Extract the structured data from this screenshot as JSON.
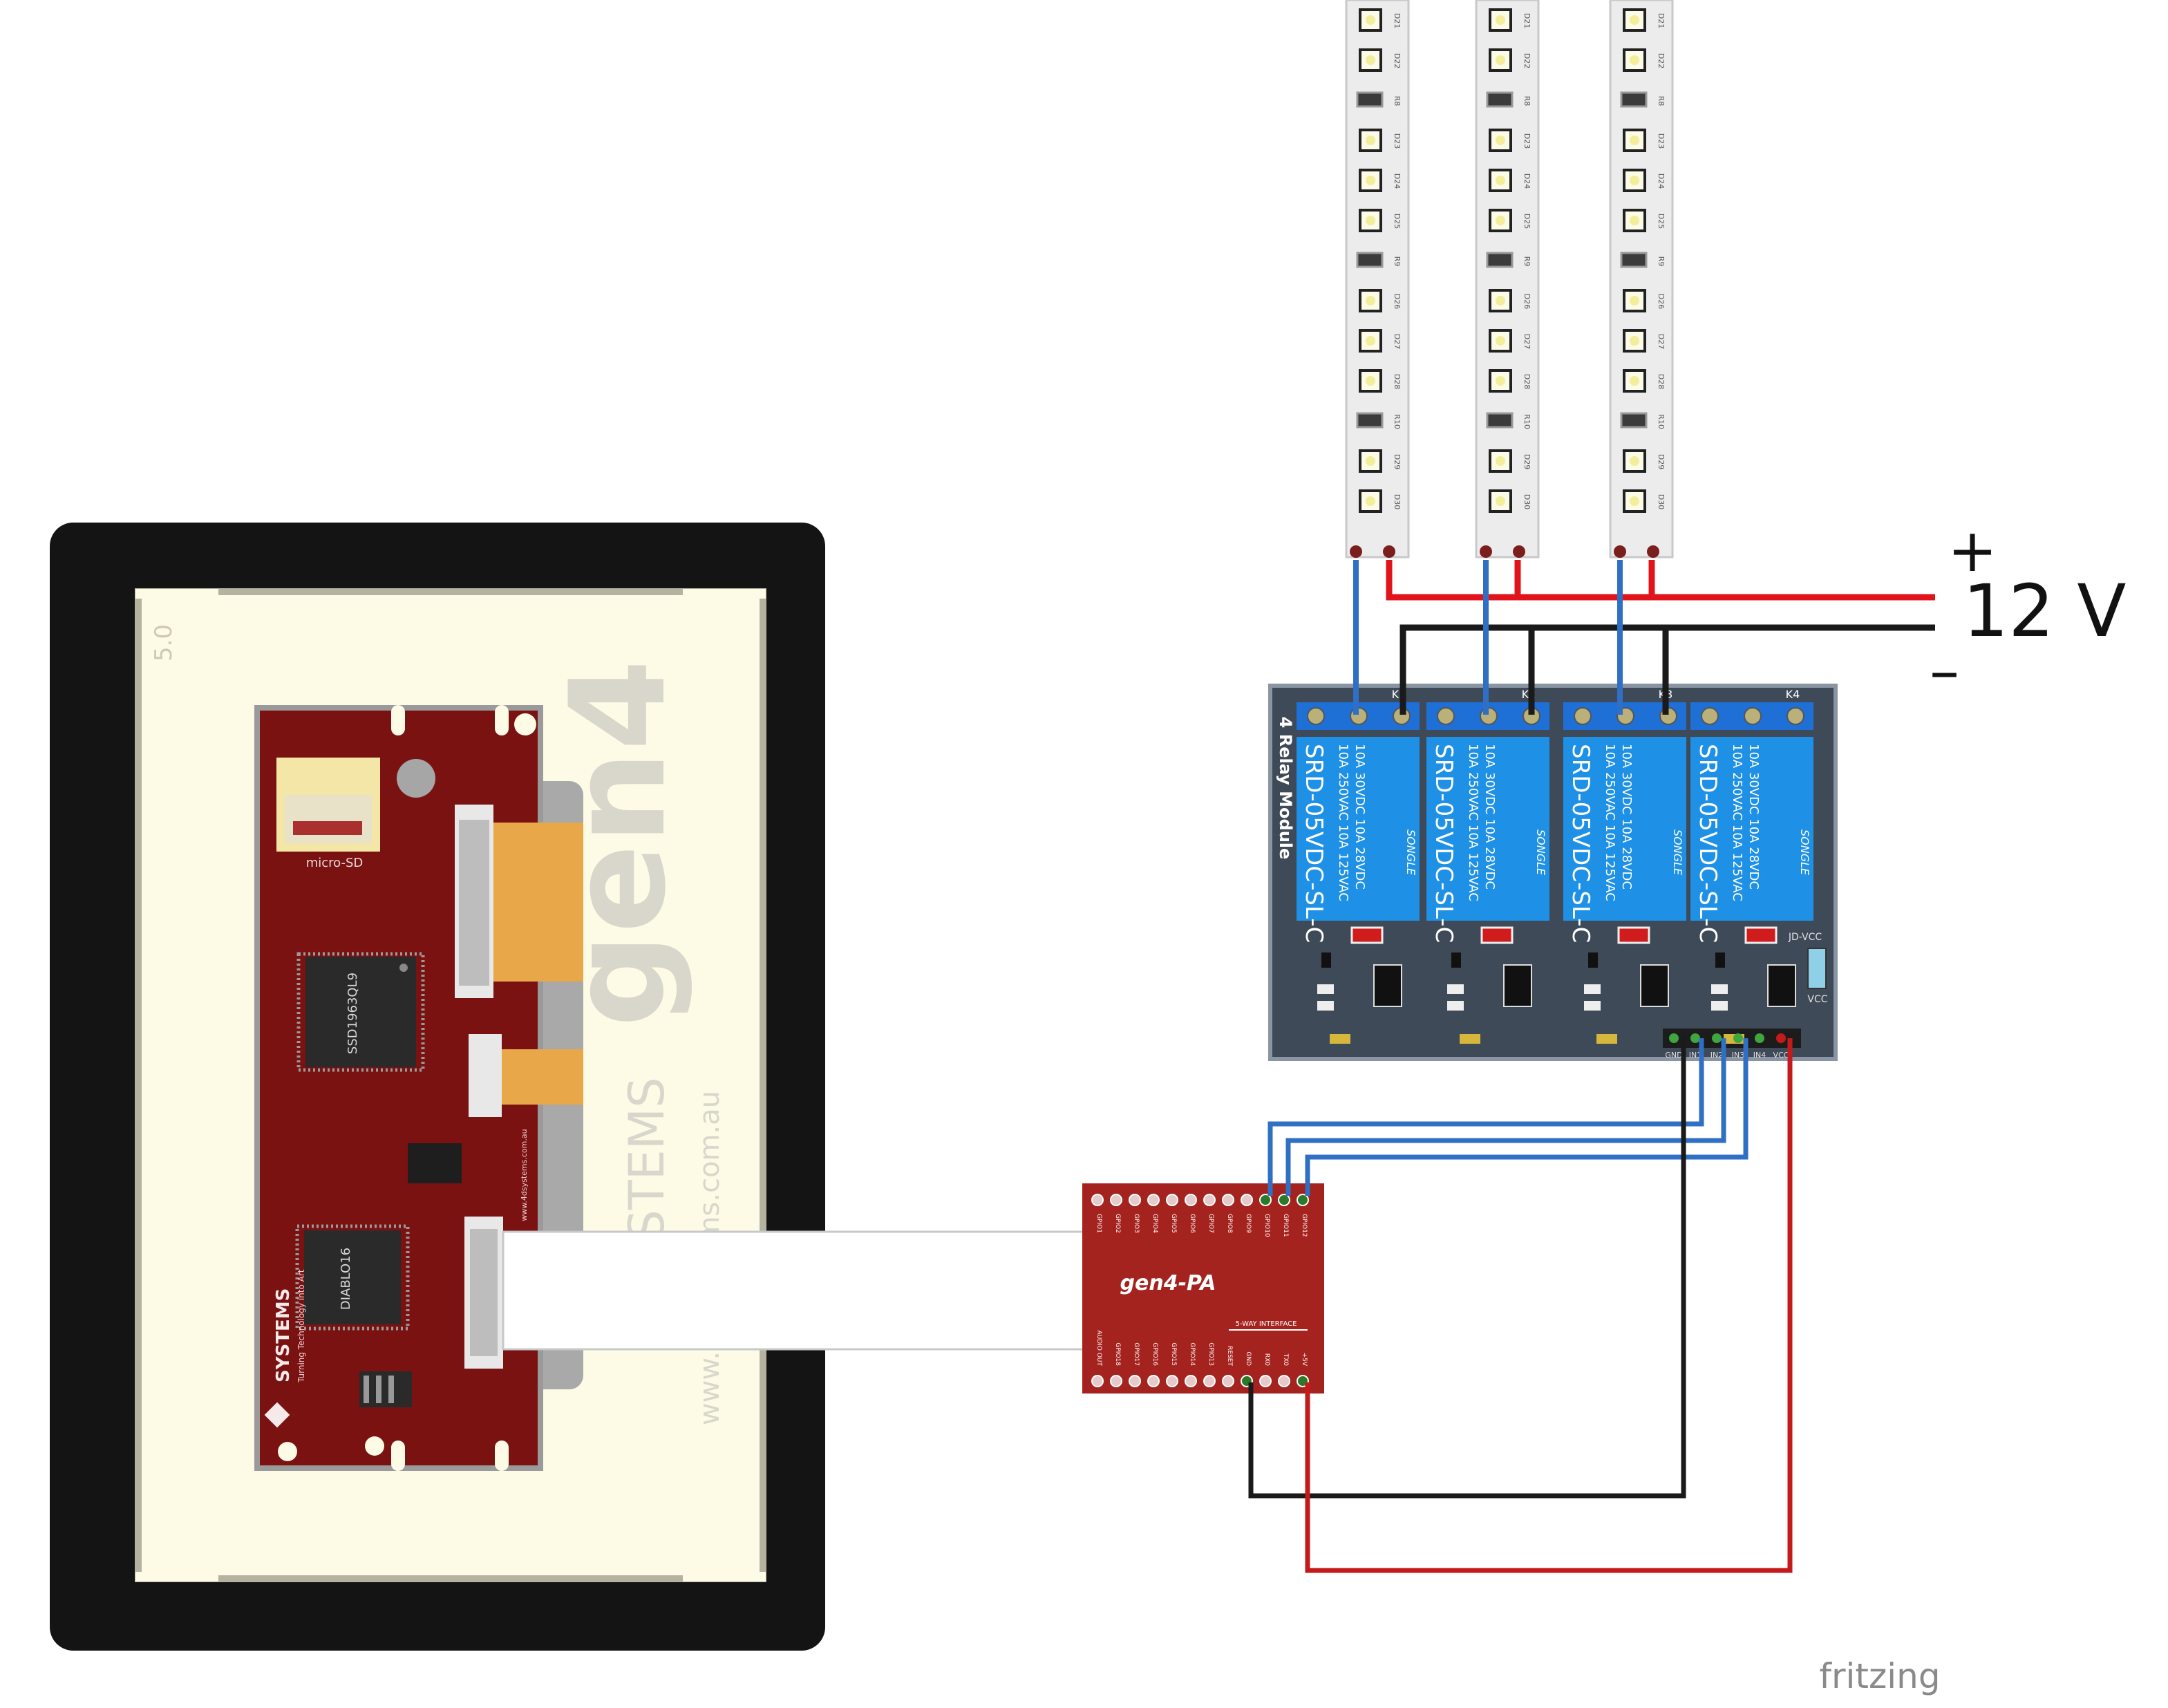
{
  "display": {
    "size_label": "5.0",
    "brand_large": "gen4",
    "vendor_name": "SYSTEMS",
    "vendor_url": "www.4dsystems.com.au",
    "vendor_url_small": "www.4dsystems.com.au",
    "tagline": "Turning Technology into Art",
    "sd_label": "micro-SD",
    "chip1": "SSD1963QL9",
    "chip2": "DIABLO16"
  },
  "adapter": {
    "title": "gen4-PA",
    "top_pins": [
      "GPIO1",
      "GPIO2",
      "GPIO3",
      "GPIO4",
      "GPIO5",
      "GPIO6",
      "GPIO7",
      "GPIO8",
      "GPIO9",
      "GPIO10",
      "GPIO11",
      "GPIO12"
    ],
    "bottom_pins": [
      "AUDIO OUT",
      "GPIO18",
      "GPIO17",
      "GPIO16",
      "GPIO15",
      "GPIO14",
      "GPIO13",
      "RESET",
      "GND",
      "RX0",
      "TX0",
      "+5V"
    ],
    "interface_label": "5-WAY INTERFACE"
  },
  "relay_module": {
    "name": "4 Relay Module",
    "relay_model": "SRD-05VDC-SL-C",
    "rating_1": "10A 250VAC  10A 125VAC",
    "rating_2": "10A  30VDC  10A  28VDC",
    "brand": "SONGLE",
    "channels": [
      "K1",
      "K2",
      "K3",
      "K4"
    ],
    "jumper_top": "JD-VCC",
    "jumper_bottom": "VCC",
    "header_pins": [
      "GND",
      "IN1",
      "IN2",
      "IN3",
      "IN4",
      "VCC"
    ]
  },
  "power": {
    "plus": "+",
    "voltage": "12 V",
    "minus": "–"
  },
  "led_strip": {
    "labels": [
      "D21",
      "D22",
      "R8",
      "D23",
      "D24",
      "D25",
      "R9",
      "D26",
      "D27",
      "D28",
      "R10",
      "D29",
      "D30"
    ]
  },
  "watermark": "fritzing",
  "colors": {
    "wire_red": "#e0141a",
    "wire_blue": "#2f6fc4",
    "wire_black": "#1a1a1a",
    "relay_blue": "#1e90e6",
    "board_red": "#7a1212",
    "module_grey": "#3f4a58"
  }
}
